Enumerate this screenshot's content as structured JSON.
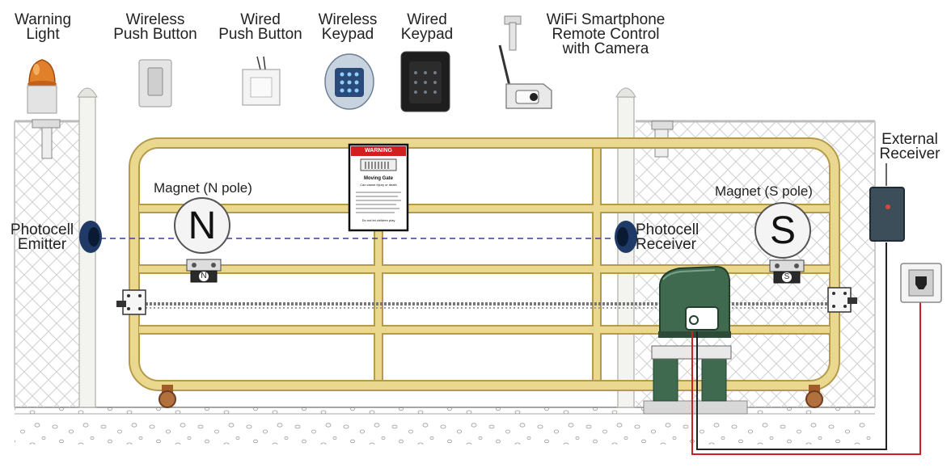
{
  "top_labels": {
    "warning_light": "Warning\nLight",
    "wireless_push_button": "Wireless\nPush Button",
    "wired_push_button": "Wired\nPush Button",
    "wireless_keypad": "Wireless\nKeypad",
    "wired_keypad": "Wired\nKeypad",
    "wifi_camera": "WiFi Smartphone\nRemote Control\nwith Camera"
  },
  "side_labels": {
    "external_receiver": "External\nReceiver",
    "photocell_emitter": "Photocell\nEmitter",
    "photocell_receiver": "Photocell\nReceiver",
    "magnet_n": "Magnet (N pole)",
    "magnet_s": "Magnet (S pole)"
  },
  "magnets": {
    "n_letter": "N",
    "s_letter": "S",
    "n_small": "N",
    "s_small": "S"
  },
  "warning_sign": {
    "header": "WARNING",
    "subtitle": "Moving Gate",
    "line1": "Can cause injury or death",
    "footer": "Do not let children play"
  },
  "colors": {
    "gate": "#e9d58a",
    "gate_stroke": "#b49a4a",
    "motor": "#3f6a4f",
    "fence": "#c9c9c9",
    "beam": "#3a3aa8",
    "wire_red": "#cc1f1f",
    "wire_black": "#222222",
    "sign_red": "#d11f1f"
  }
}
